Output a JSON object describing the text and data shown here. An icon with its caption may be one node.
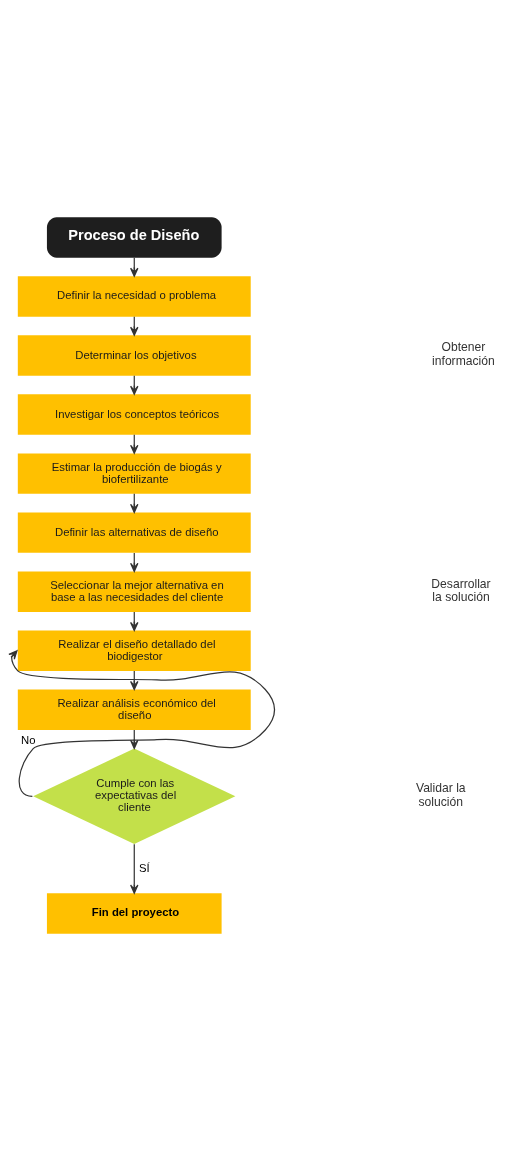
{
  "diagram": {
    "nodes": [
      {
        "text": [
          "Proceso de Diseño"
        ]
      },
      {
        "text": [
          "Definir la necesidad o problema"
        ]
      },
      {
        "text": [
          "Determinar los objetivos"
        ]
      },
      {
        "text": [
          "Investigar los conceptos teóricos"
        ]
      },
      {
        "text": [
          "Estimar la producción de biogás y biofertilizante"
        ]
      },
      {
        "text": [
          "Definir las alternativas de diseño"
        ]
      },
      {
        "text": [
          "Seleccionar la mejor alternativa en base a las necesidades del cliente"
        ]
      },
      {
        "text": [
          "Realizar el diseño detallado del biodigestor"
        ]
      },
      {
        "text": [
          "Realizar análisis económico del diseño"
        ]
      },
      {
        "text": [
          "Cumple con las expectativas del cliente"
        ]
      },
      {
        "text": [
          "Fin del proyecto"
        ]
      }
    ],
    "edges": [
      {
        "from": 0,
        "to": 1,
        "arrow": "to"
      },
      {
        "from": 1,
        "to": 2,
        "arrow": "to"
      },
      {
        "from": 2,
        "to": 3,
        "arrow": "to"
      },
      {
        "from": 3,
        "to": 4,
        "arrow": "to"
      },
      {
        "from": 4,
        "to": 5,
        "arrow": "to"
      },
      {
        "from": 5,
        "to": 6,
        "arrow": "to"
      },
      {
        "from": 6,
        "to": 7,
        "arrow": "to"
      },
      {
        "from": 7,
        "to": 8,
        "arrow": "to"
      },
      {
        "from": 8,
        "to": 9,
        "arrow": "to"
      },
      {
        "from": 9,
        "to": 7,
        "arrow": "to",
        "label": "No"
      },
      {
        "from": 9,
        "to": 10,
        "arrow": "to",
        "label": "SÍ"
      }
    ],
    "labels": [
      "Obtener información",
      "Desarrollar la solución",
      "Validar la solución"
    ]
  }
}
